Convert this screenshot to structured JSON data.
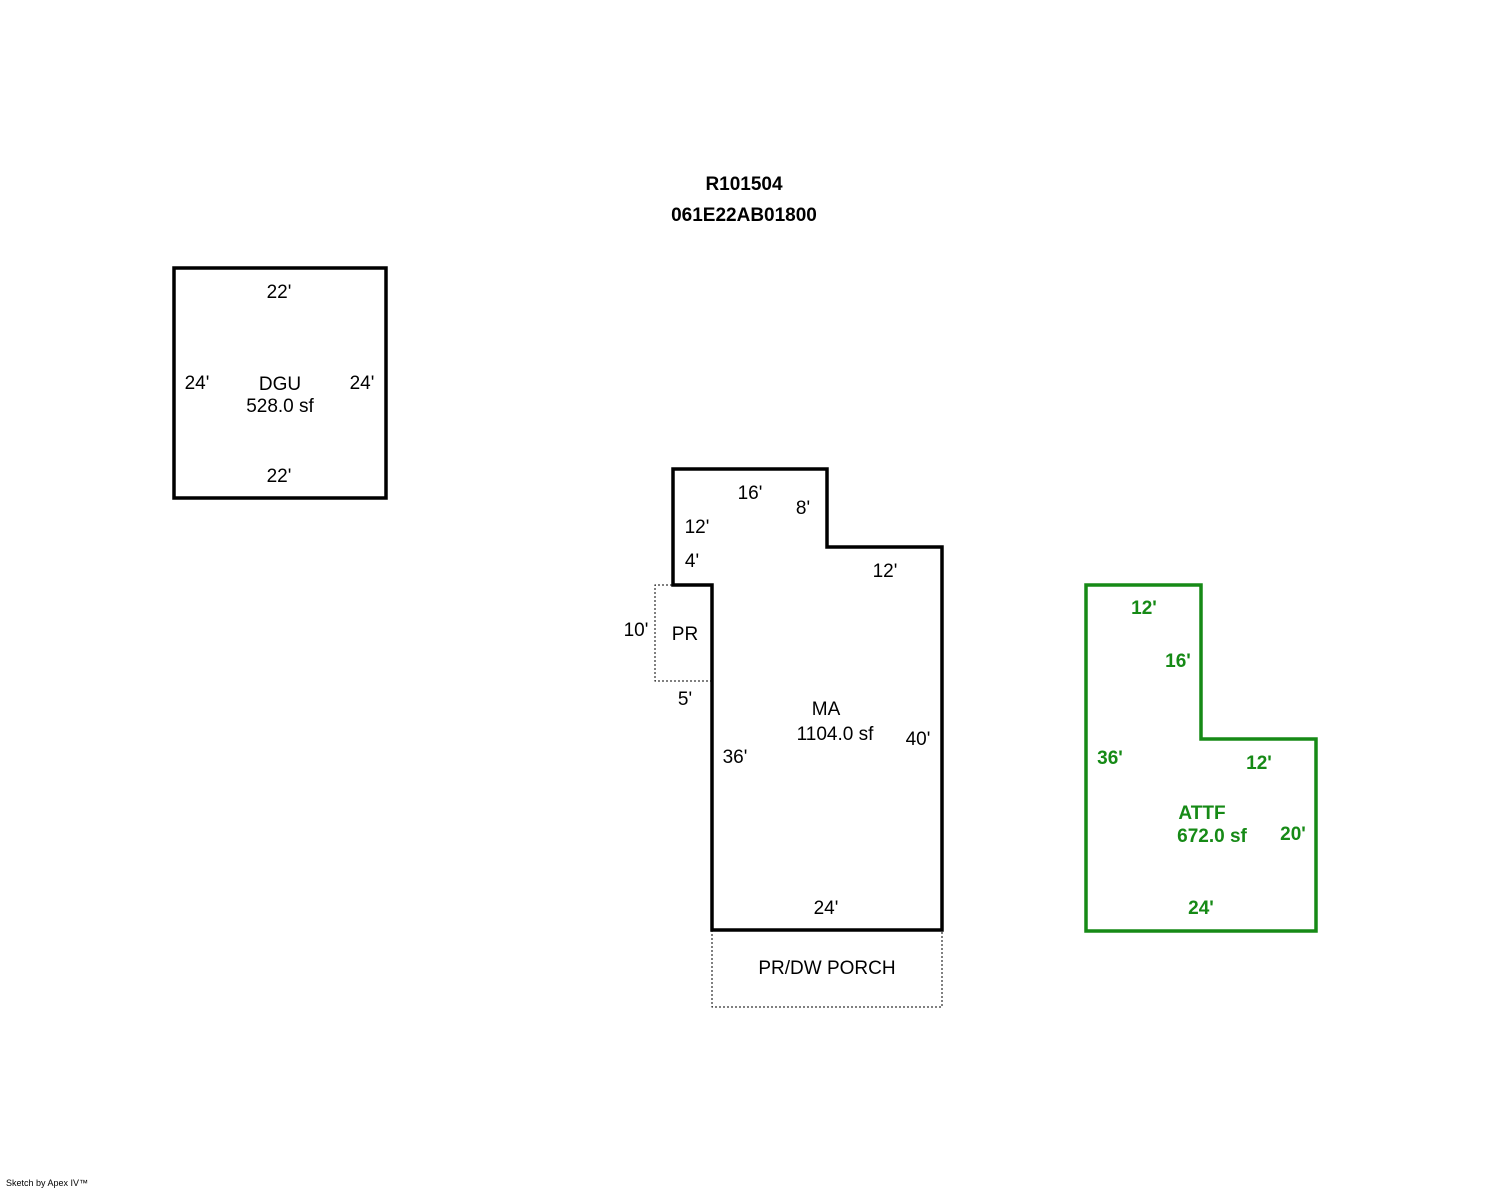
{
  "header": {
    "account": "R101504",
    "map_number": "061E22AB01800"
  },
  "colors": {
    "outline": "#000000",
    "attf": "#168a16"
  },
  "dgu": {
    "label": "DGU",
    "area": "528.0 sf",
    "top": "22'",
    "bottom": "22'",
    "left": "24'",
    "right": "24'"
  },
  "ma": {
    "label": "MA",
    "area": "1104.0 sf",
    "dims": {
      "top": "16'",
      "notch_vertical": "8'",
      "left_upper": "12'",
      "left_step": "4'",
      "right_top": "12'",
      "right": "40'",
      "left_lower": "36'",
      "bottom": "24'"
    }
  },
  "pr": {
    "label": "PR",
    "side": "10'",
    "bottom": "5'"
  },
  "porch": {
    "label": "PR/DW PORCH"
  },
  "attf": {
    "label": "ATTF",
    "area": "672.0 sf",
    "dims": {
      "top": "12'",
      "inner_vertical": "16'",
      "left": "36'",
      "inner_horizontal": "12'",
      "right": "20'",
      "bottom": "24'"
    }
  },
  "footer": {
    "credit": "Sketch by Apex IV™"
  }
}
